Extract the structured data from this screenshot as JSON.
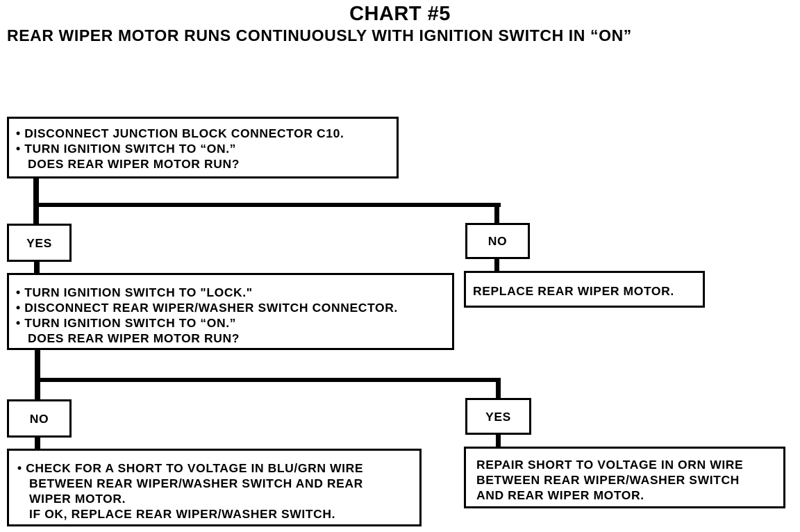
{
  "title": "CHART #5",
  "subtitle": "REAR WIPER MOTOR RUNS CONTINUOUSLY WITH IGNITION SWITCH IN “ON”",
  "step1": {
    "lines": [
      "• DISCONNECT JUNCTION BLOCK CONNECTOR C10.",
      "• TURN IGNITION SWITCH TO “ON.”",
      "  DOES REAR WIPER MOTOR RUN?"
    ]
  },
  "step1_yes": "YES",
  "step1_no": "NO",
  "step1_no_action": "REPLACE REAR WIPER MOTOR.",
  "step2": {
    "lines": [
      "• TURN IGNITION SWITCH TO \"LOCK.\"",
      "• DISCONNECT REAR WIPER/WASHER SWITCH CONNECTOR.",
      "• TURN IGNITION SWITCH TO “ON.”",
      "  DOES REAR WIPER MOTOR RUN?"
    ]
  },
  "step2_no": "NO",
  "step2_yes": "YES",
  "step2_no_action": {
    "lines": [
      "• CHECK FOR A SHORT TO VOLTAGE IN BLU/GRN WIRE",
      "  BETWEEN REAR WIPER/WASHER SWITCH AND REAR",
      "  WIPER MOTOR.",
      "  IF OK, REPLACE REAR WIPER/WASHER SWITCH."
    ]
  },
  "step2_yes_action": {
    "lines": [
      "REPAIR SHORT TO VOLTAGE IN ORN WIRE",
      "BETWEEN REAR WIPER/WASHER SWITCH",
      "AND REAR WIPER MOTOR."
    ]
  }
}
